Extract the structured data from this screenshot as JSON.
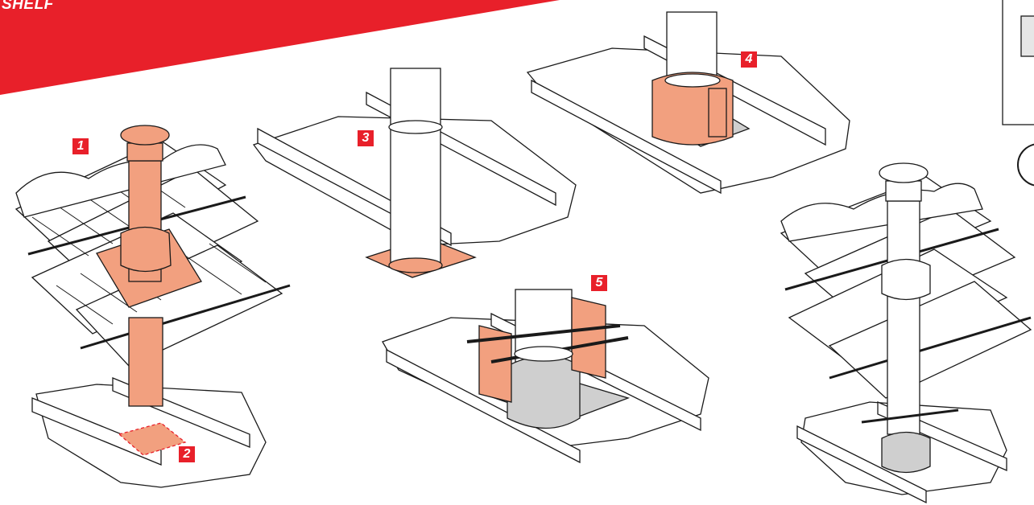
{
  "brand": {
    "text": "SHELF",
    "color": "#e8202a"
  },
  "steps": [
    {
      "number": "1"
    },
    {
      "number": "2"
    },
    {
      "number": "3"
    },
    {
      "number": "4"
    },
    {
      "number": "5"
    }
  ],
  "colors": {
    "accent": "#e8202a",
    "pipe_highlight": "#f2a07f",
    "insulation": "#cfcfcf",
    "outline": "#1a1a1a"
  }
}
